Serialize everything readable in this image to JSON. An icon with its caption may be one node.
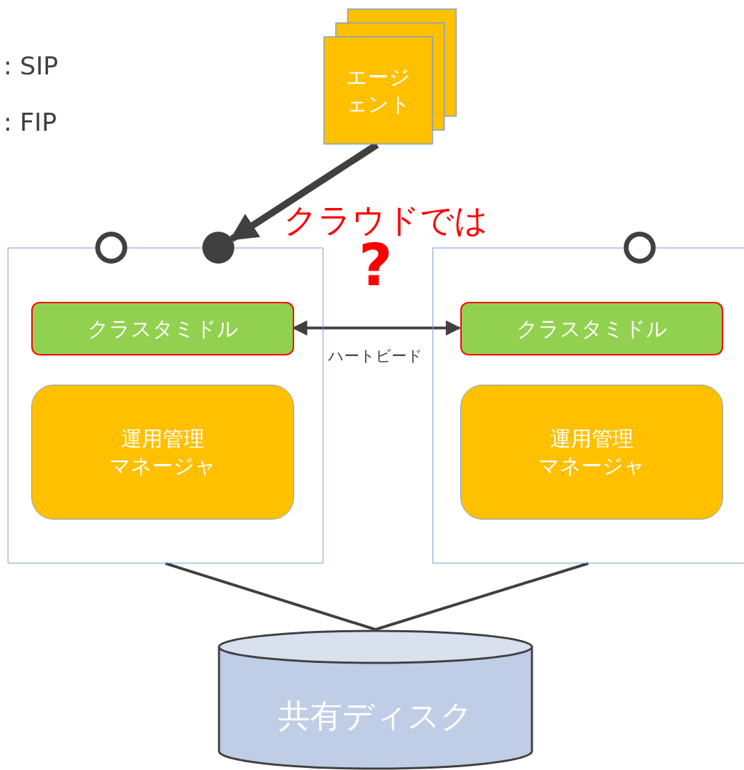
{
  "diagram": {
    "nodes": [
      {
        "text": [],
        "shape": "box"
      },
      {
        "text": [],
        "shape": "box"
      },
      {
        "text": [
          "クラスタミドル"
        ],
        "in": 0
      },
      {
        "text": [
          "運用管理マネージャ"
        ],
        "in": 0
      },
      {
        "text": [
          "クラスタミドル"
        ],
        "in": 1
      },
      {
        "text": [
          "運用管理マネージャ"
        ],
        "in": 1
      },
      {
        "text": [],
        "shape": "circle"
      },
      {
        "text": [],
        "shape": "circle"
      },
      {
        "text": [],
        "shape": "circle"
      },
      {
        "text": [
          "エージェント"
        ]
      },
      {
        "text": [
          "共有ディスク"
        ]
      }
    ],
    "edges": [
      {
        "from": 9,
        "to": 7,
        "arrow": "to",
        "style": "thick"
      },
      {
        "from": 2,
        "to": 4,
        "arrow": "both",
        "label": "ハートビード"
      },
      {
        "from": 0,
        "to": 10,
        "arrow": "none"
      },
      {
        "from": 1,
        "to": 10,
        "arrow": "none"
      }
    ],
    "labels": [
      ": SIP",
      ": FIP",
      "クラウドでは",
      "?"
    ]
  }
}
